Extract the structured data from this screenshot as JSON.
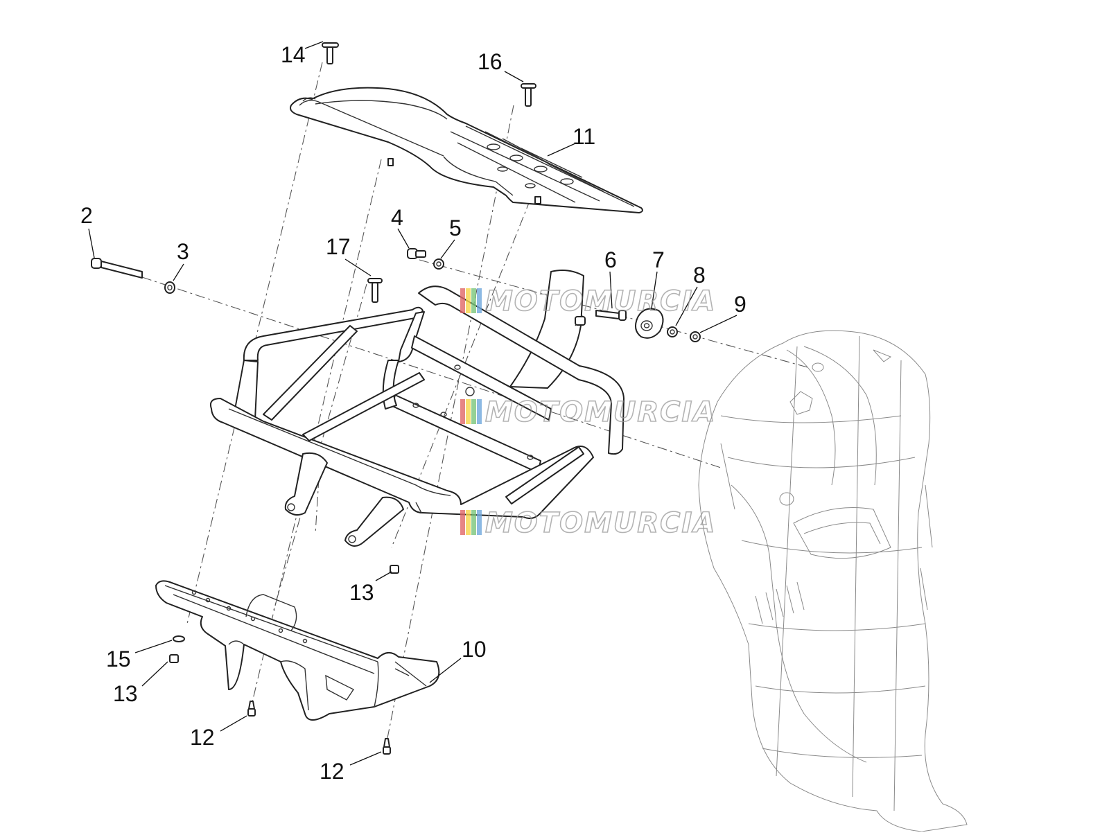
{
  "diagram": {
    "callouts": [
      {
        "id": "c14a",
        "label": "14"
      },
      {
        "id": "c16",
        "label": "16"
      },
      {
        "id": "c11",
        "label": "11"
      },
      {
        "id": "c2",
        "label": "2"
      },
      {
        "id": "c3",
        "label": "3"
      },
      {
        "id": "c4",
        "label": "4"
      },
      {
        "id": "c5",
        "label": "5"
      },
      {
        "id": "c17",
        "label": "17"
      },
      {
        "id": "c6",
        "label": "6"
      },
      {
        "id": "c7",
        "label": "7"
      },
      {
        "id": "c8",
        "label": "8"
      },
      {
        "id": "c9",
        "label": "9"
      },
      {
        "id": "c13a",
        "label": "13"
      },
      {
        "id": "c15",
        "label": "15"
      },
      {
        "id": "c13b",
        "label": "13"
      },
      {
        "id": "c10",
        "label": "10"
      },
      {
        "id": "c12a",
        "label": "12"
      },
      {
        "id": "c12b",
        "label": "12"
      }
    ]
  },
  "watermark": {
    "text": "MOTOMURCIA",
    "stripe_colors": [
      "#e06666",
      "#f6d54a",
      "#7bc67b",
      "#6fa8dc"
    ]
  }
}
